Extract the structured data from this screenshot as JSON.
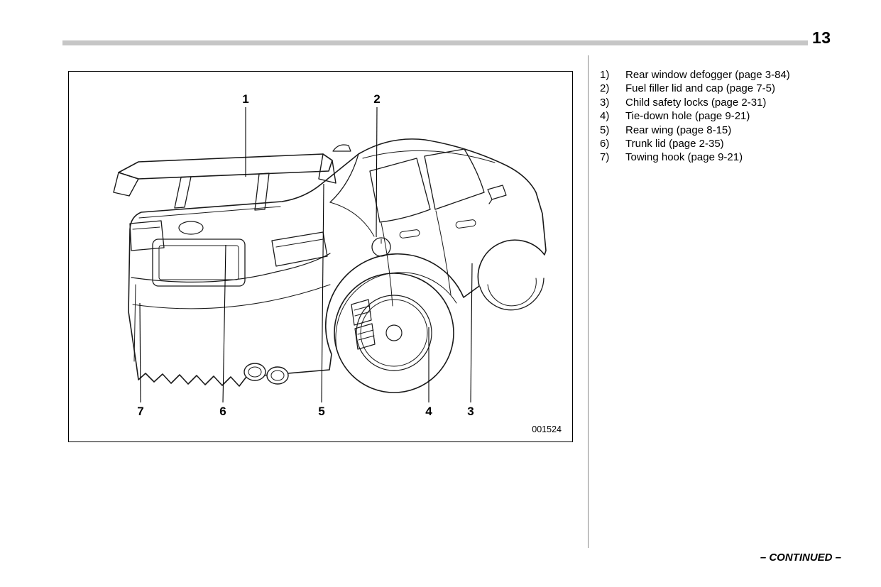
{
  "page": {
    "number": "13",
    "footer": "– CONTINUED –"
  },
  "figure": {
    "id": "001524",
    "callouts": {
      "c1": "1",
      "c2": "2",
      "c3": "3",
      "c4": "4",
      "c5": "5",
      "c6": "6",
      "c7": "7"
    }
  },
  "legend": {
    "items": [
      {
        "num": "1)",
        "text": "Rear window defogger (page 3-84)"
      },
      {
        "num": "2)",
        "text": "Fuel filler lid and cap (page 7-5)"
      },
      {
        "num": "3)",
        "text": "Child safety locks (page 2-31)"
      },
      {
        "num": "4)",
        "text": "Tie-down hole (page 9-21)"
      },
      {
        "num": "5)",
        "text": "Rear wing (page 8-15)"
      },
      {
        "num": "6)",
        "text": "Trunk lid (page 2-35)"
      },
      {
        "num": "7)",
        "text": "Towing hook (page 9-21)"
      }
    ]
  }
}
